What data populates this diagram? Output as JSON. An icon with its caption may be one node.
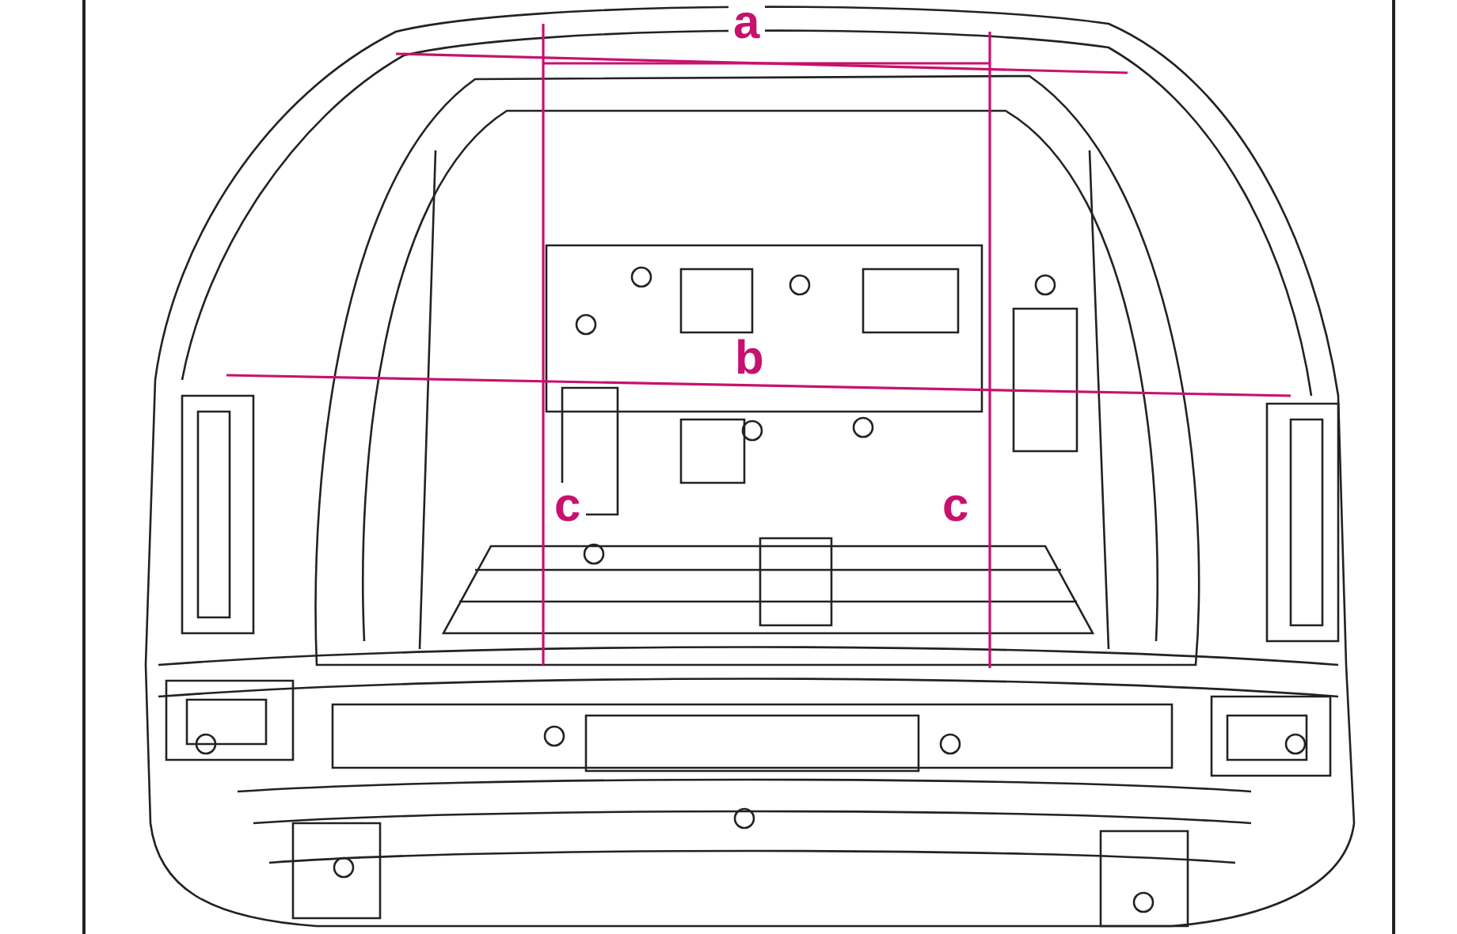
{
  "diagram": {
    "labels": [
      "a",
      "b",
      "c",
      "c"
    ]
  }
}
